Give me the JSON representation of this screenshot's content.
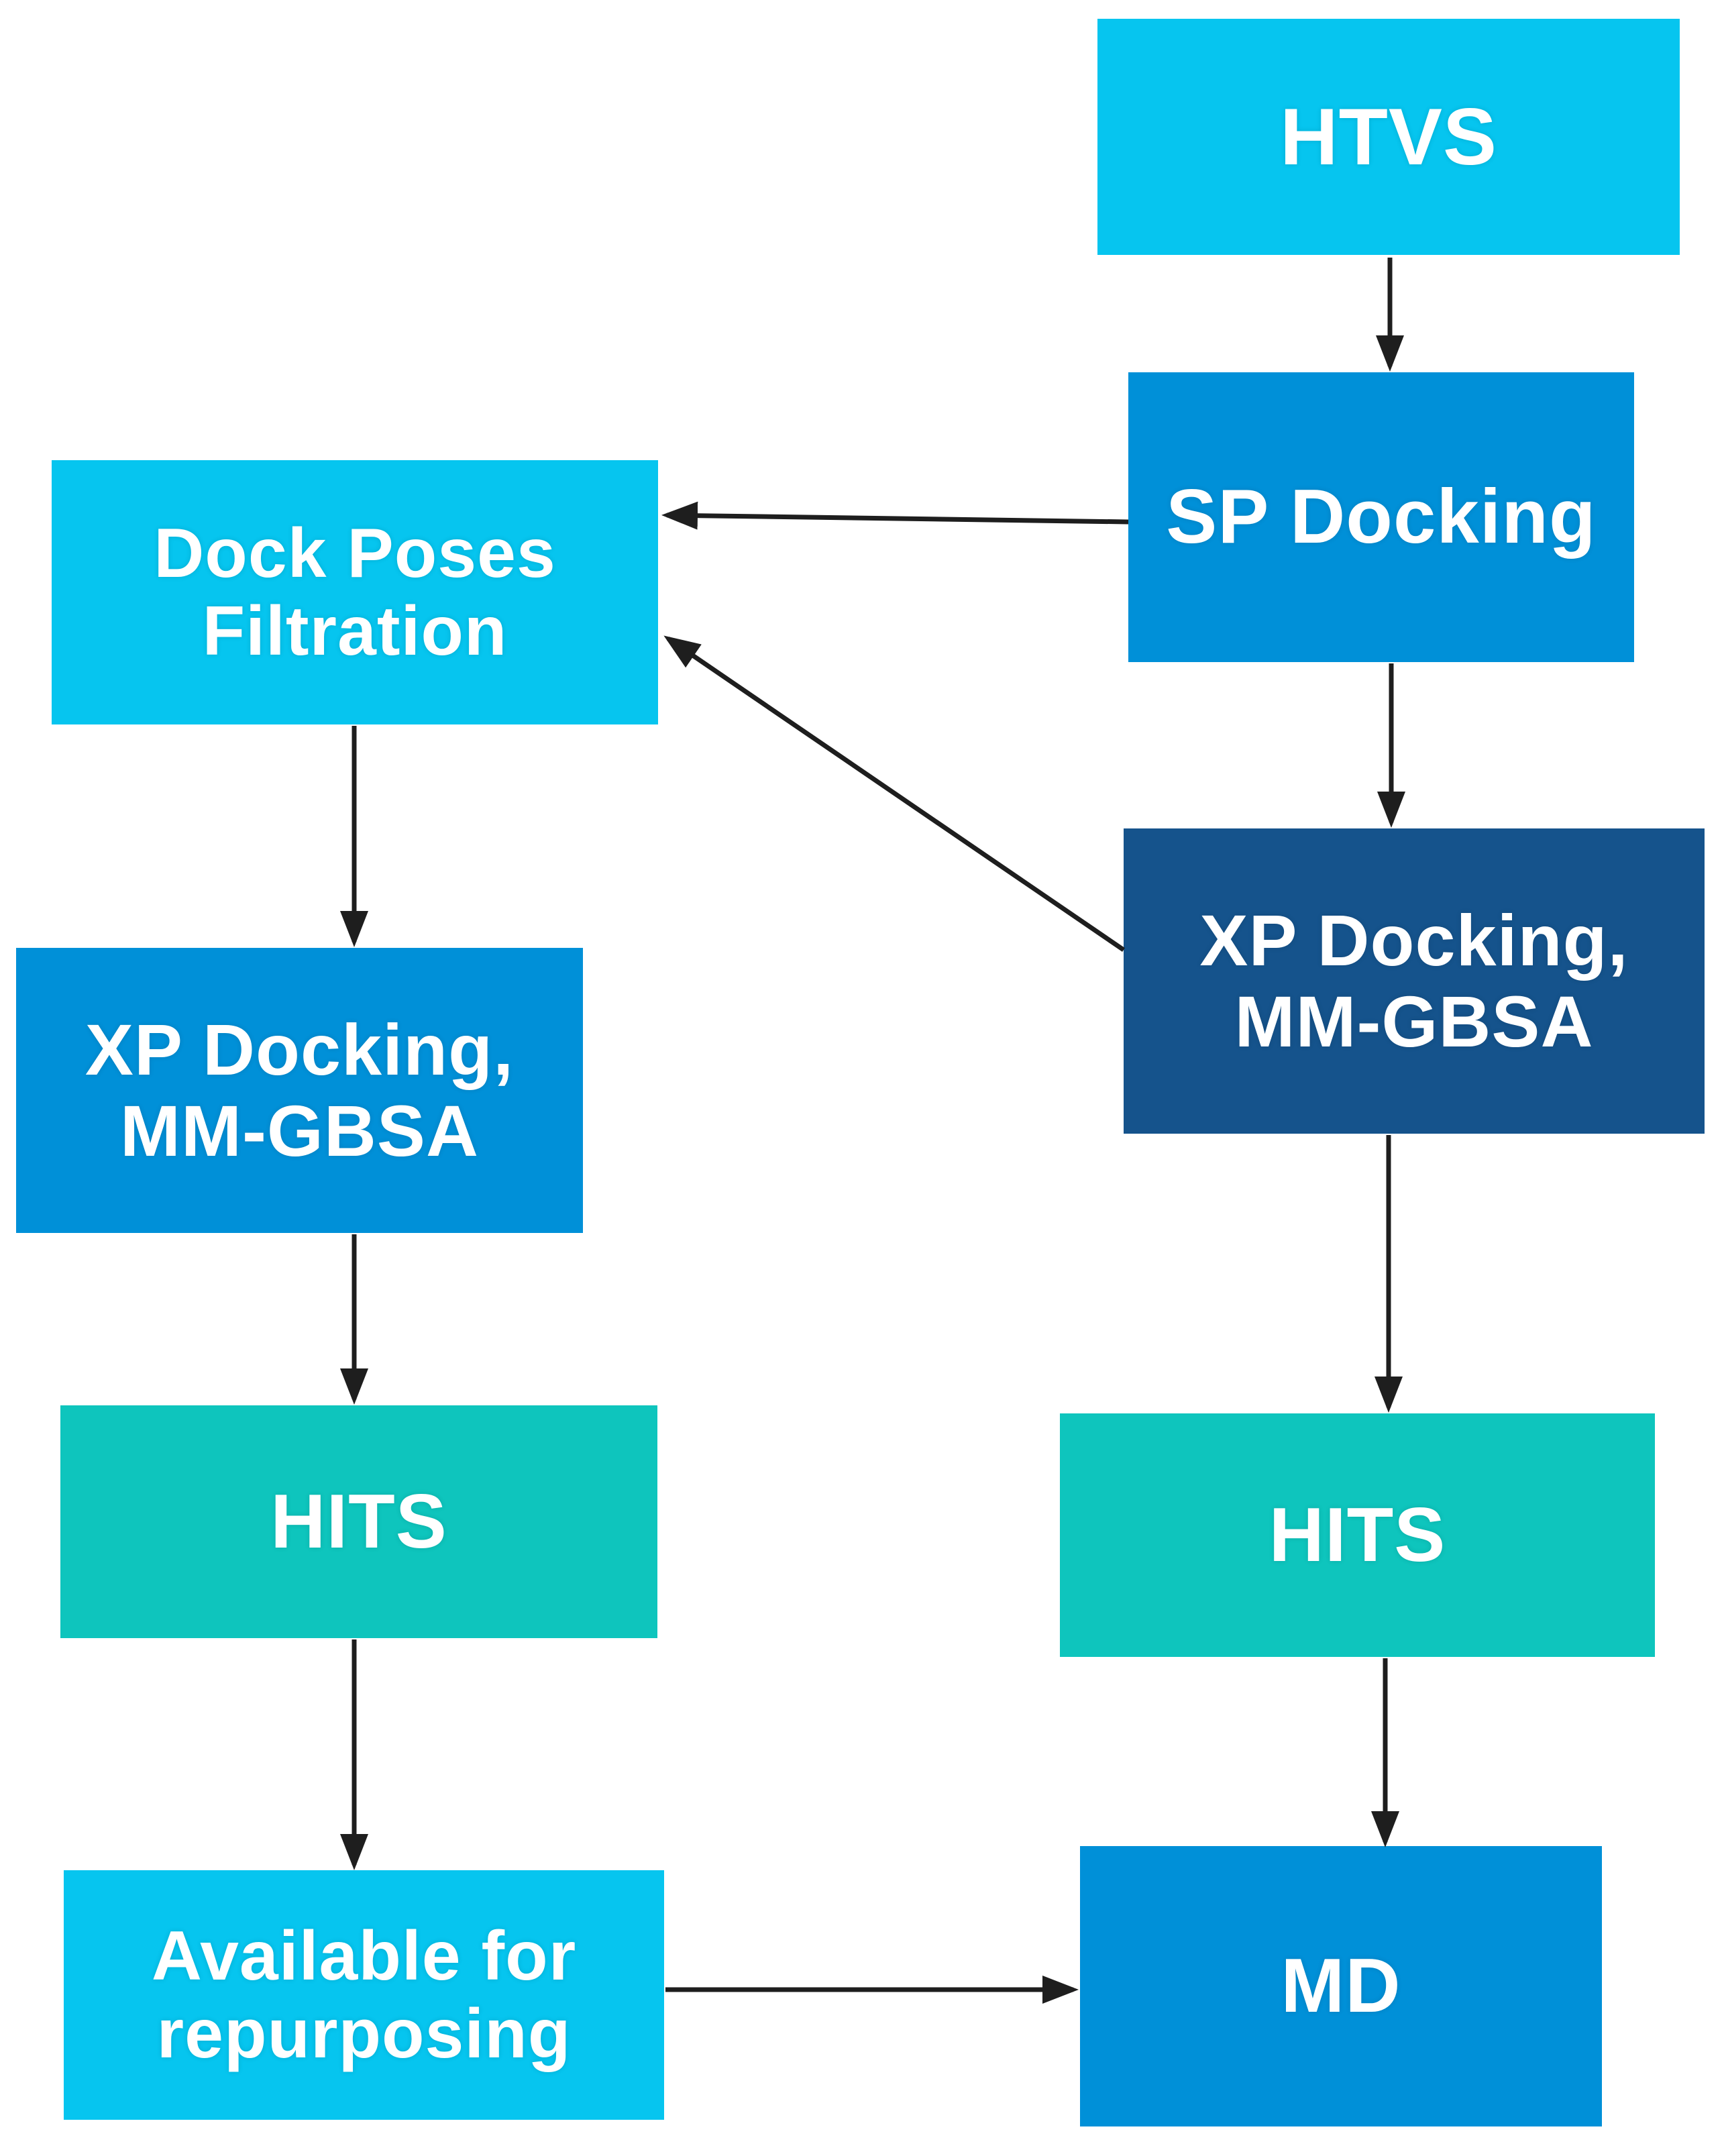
{
  "figure": {
    "type": "flowchart",
    "description": "Virtual screening workflow diagram"
  },
  "colors": {
    "cyan": "#06c5ef",
    "blue": "#0090d8",
    "dark_blue": "#15538c",
    "teal": "#0ec5bd",
    "arrow": "#1e1e1e"
  },
  "nodes": [
    {
      "id": "htvs",
      "label": "HTVS",
      "color": "#06c5ef"
    },
    {
      "id": "sp-docking",
      "label": "SP Docking",
      "color": "#0090d8"
    },
    {
      "id": "dock-poses-filtration",
      "label": "Dock Poses\nFiltration",
      "color": "#06c5ef"
    },
    {
      "id": "xp-docking-mm-gbsa-right",
      "label": "XP Docking,\nMM-GBSA",
      "color": "#15538c"
    },
    {
      "id": "xp-docking-mm-gbsa-left",
      "label": "XP Docking,\nMM-GBSA",
      "color": "#0090d8"
    },
    {
      "id": "hits-left",
      "label": "HITS",
      "color": "#0ec5bd"
    },
    {
      "id": "hits-right",
      "label": "HITS",
      "color": "#0ec5bd"
    },
    {
      "id": "available-for-repurposing",
      "label": "Available for\nrepurposing",
      "color": "#06c5ef"
    },
    {
      "id": "md",
      "label": "MD",
      "color": "#0090d8"
    }
  ],
  "edges": [
    {
      "from": "htvs",
      "to": "sp-docking"
    },
    {
      "from": "sp-docking",
      "to": "dock-poses-filtration"
    },
    {
      "from": "sp-docking",
      "to": "xp-docking-mm-gbsa-right"
    },
    {
      "from": "xp-docking-mm-gbsa-right",
      "to": "dock-poses-filtration"
    },
    {
      "from": "dock-poses-filtration",
      "to": "xp-docking-mm-gbsa-left"
    },
    {
      "from": "xp-docking-mm-gbsa-left",
      "to": "hits-left"
    },
    {
      "from": "hits-left",
      "to": "available-for-repurposing"
    },
    {
      "from": "xp-docking-mm-gbsa-right",
      "to": "hits-right"
    },
    {
      "from": "hits-right",
      "to": "md"
    },
    {
      "from": "available-for-repurposing",
      "to": "md"
    }
  ]
}
